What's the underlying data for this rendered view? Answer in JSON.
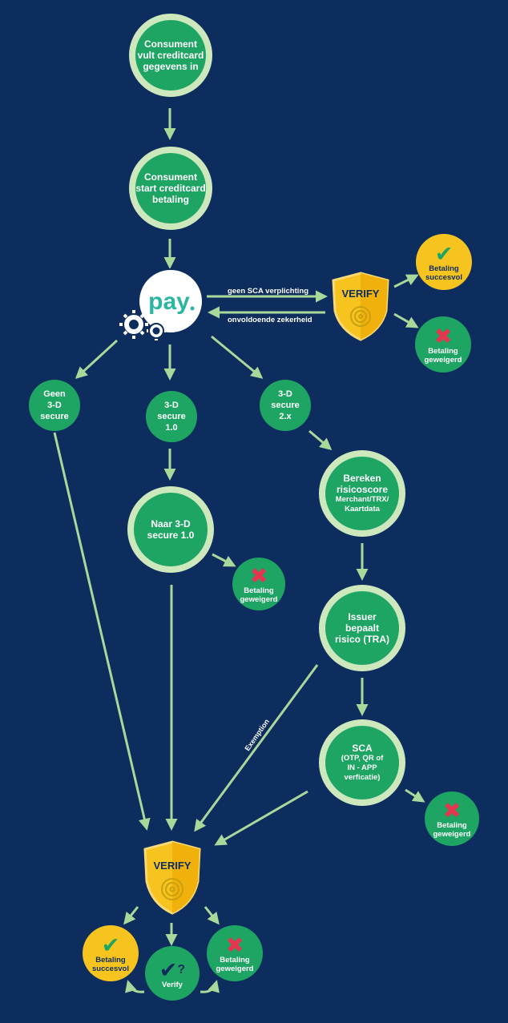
{
  "nodes": {
    "start": [
      "Consument",
      "vult creditcard",
      "gegevens in"
    ],
    "pay_start": [
      "Consument",
      "start creditcard",
      "betaling"
    ],
    "pay_logo": "pay",
    "no3ds": [
      "Geen",
      "3-D",
      "secure"
    ],
    "ds1": [
      "3-D",
      "secure",
      "1.0"
    ],
    "ds2": [
      "3-D",
      "secure",
      "2.x"
    ],
    "to_ds1": [
      "Naar 3-D",
      "secure 1.0"
    ],
    "risk": [
      "Bereken",
      "risicoscore"
    ],
    "risk_sub": [
      "Merchant/TRX/",
      "Kaartdata"
    ],
    "issuer": [
      "Issuer",
      "bepaalt",
      "risico (TRA)"
    ],
    "sca": "SCA",
    "sca_sub": [
      "(OTP, QR of",
      "IN - APP",
      "verficatie)"
    ],
    "verify_bottom_result": "Verify"
  },
  "verify_label": "VERIFY",
  "results": {
    "success": [
      "Betaling",
      "succesvol"
    ],
    "refused": [
      "Betaling",
      "geweigerd"
    ]
  },
  "edge_labels": {
    "no_sca": "geen SCA verplichting",
    "insufficient": "onvoldoende zekerheid",
    "exemption": "Exemption"
  },
  "colors": {
    "background": "#0c2d5e",
    "node_green": "#1ea463",
    "node_ring": "#cde8bd",
    "arrow": "#a8d99b",
    "success_yellow": "#f7c31e",
    "refuse_red": "#e6364f",
    "pay_teal": "#2bb6a2"
  },
  "icons": [
    "check-icon",
    "cross-icon",
    "gear-icon",
    "shield-icon",
    "radar-icon",
    "check-question-icon"
  ]
}
